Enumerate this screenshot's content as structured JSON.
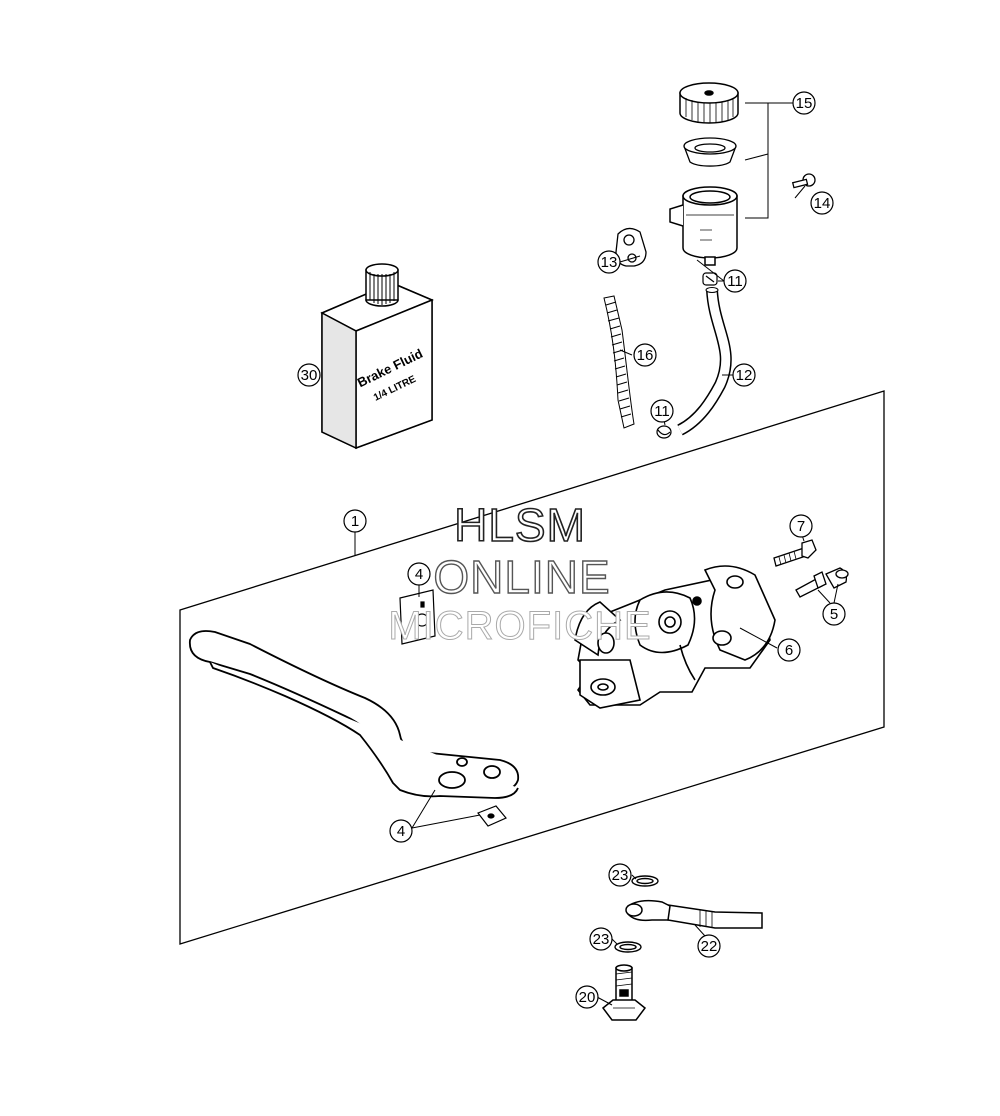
{
  "watermark": {
    "line1": "HLSM",
    "line2": "ONLINE",
    "line3": "MICROFICHE"
  },
  "bottle": {
    "label_line1": "Brake Fluid",
    "label_line2": "1/4 LITRE"
  },
  "callouts": {
    "c1": "1",
    "c4_top": "4",
    "c4_bottom": "4",
    "c5": "5",
    "c6": "6",
    "c7": "7",
    "c11_top": "11",
    "c11_bottom": "11",
    "c12": "12",
    "c13": "13",
    "c14": "14",
    "c15": "15",
    "c16": "16",
    "c20": "20",
    "c22": "22",
    "c23_top": "23",
    "c23_bottom": "23",
    "c30": "30"
  },
  "colors": {
    "line": "#000000",
    "fill": "#ffffff",
    "shade": "#d9d9d9"
  }
}
